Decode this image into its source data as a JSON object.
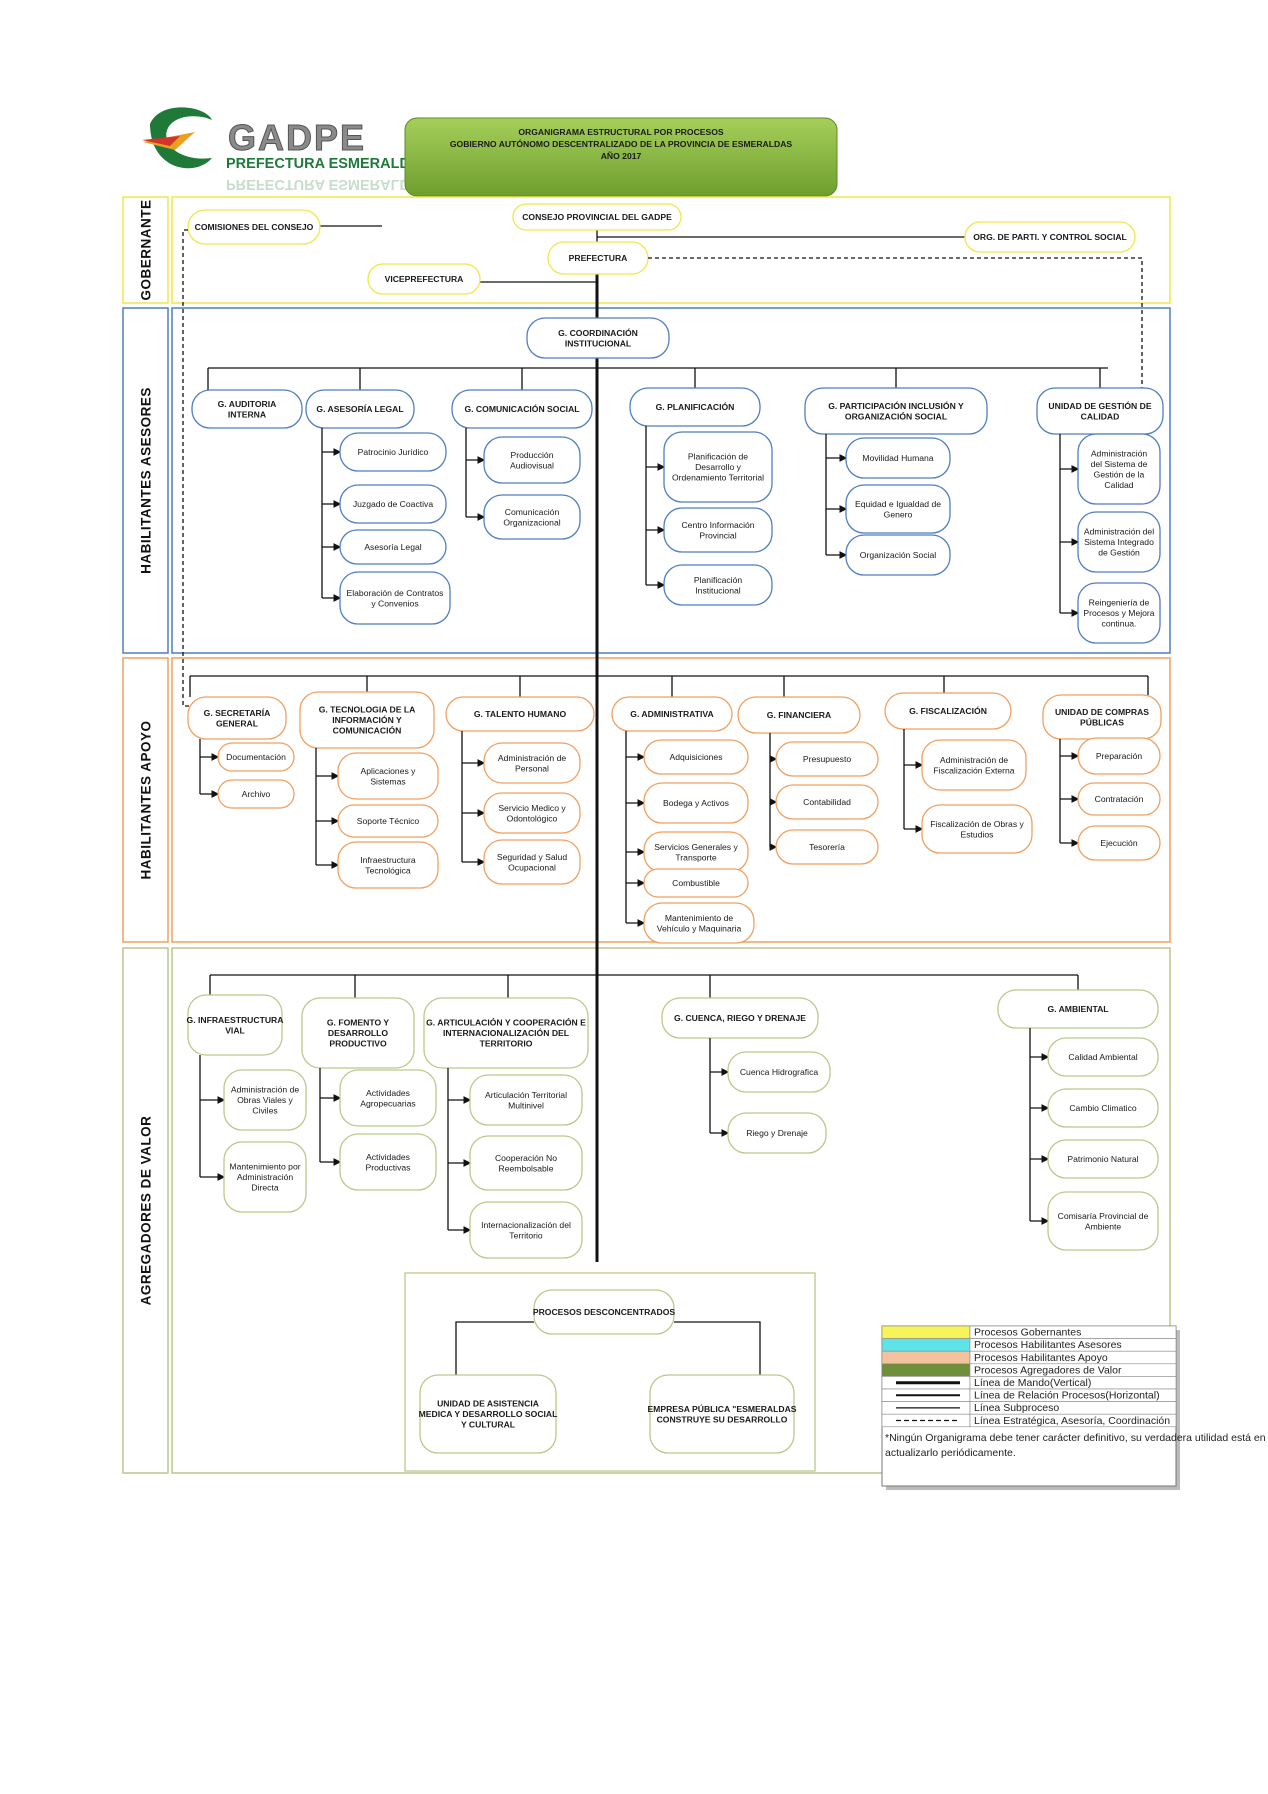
{
  "header": {
    "logo_name": "GADPE",
    "logo_sub": "PREFECTURA ESMERALDAS",
    "title_lines": [
      "ORGANIGRAMA ESTRUCTURAL POR PROCESOS",
      "GOBIERNO AUTÓNOMO DESCENTRALIZADO DE LA PROVINCIA DE ESMERALDAS",
      "AÑO 2017"
    ]
  },
  "colors": {
    "gobernante": "#f0e64a",
    "asesores": "#4f7ec0",
    "apoyo": "#f0a060",
    "valor": "#b9c98a",
    "header_green": "#7fb23c",
    "coord_fill": "#5b8fd0",
    "logo_green": "#1f7a3a",
    "logo_gray": "#8a8a8a"
  },
  "sections": [
    {
      "id": "gobernante",
      "label": "GOBERNANTE"
    },
    {
      "id": "asesores",
      "label": "HABILITANTES  ASESORES"
    },
    {
      "id": "apoyo",
      "label": "HABILITANTES  APOYO"
    },
    {
      "id": "valor",
      "label": "AGREGADORES DE VALOR"
    }
  ],
  "gobernante": {
    "consejo": "CONSEJO PROVINCIAL DEL GADPE",
    "comisiones": "COMISIONES DEL CONSEJO",
    "org_parti": "ORG. DE PARTI. Y CONTROL SOCIAL",
    "prefectura": "PREFECTURA",
    "viceprefectura": "VICEPREFECTURA"
  },
  "coordinacion": [
    "G. COORDINACIÓN",
    "INSTITUCIONAL"
  ],
  "asesores": [
    {
      "title": [
        "G. AUDITORIA",
        "INTERNA"
      ],
      "children": []
    },
    {
      "title": [
        "G. ASESORÍA LEGAL"
      ],
      "children": [
        [
          "Patrocinio Jurídico"
        ],
        [
          "Juzgado de Coactiva"
        ],
        [
          "Asesoría Legal"
        ],
        [
          "Elaboración de Contratos",
          "y Convenios"
        ]
      ]
    },
    {
      "title": [
        "G. COMUNICACIÓN SOCIAL"
      ],
      "children": [
        [
          "Producción",
          "Audiovisual"
        ],
        [
          "Comunicación",
          "Organizacional"
        ]
      ]
    },
    {
      "title": [
        "G. PLANIFICACIÓN"
      ],
      "children": [
        [
          "Planificación de",
          "Desarrollo y",
          "Ordenamiento Territorial"
        ],
        [
          "Centro Información",
          "Provincial"
        ],
        [
          "Planificación",
          "Institucional"
        ]
      ]
    },
    {
      "title": [
        "G. PARTICIPACIÓN INCLUSIÓN Y",
        "ORGANIZACIÓN SOCIAL"
      ],
      "children": [
        [
          "Movilidad Humana"
        ],
        [
          "Equidad e Igualdad de",
          "Genero"
        ],
        [
          "Organización Social"
        ]
      ]
    },
    {
      "title": [
        "UNIDAD DE GESTIÓN DE",
        "CALIDAD"
      ],
      "children": [
        [
          "Administración",
          "del Sistema de",
          "Gestión de la",
          "Calidad"
        ],
        [
          "Administración del",
          "Sistema Integrado",
          "de Gestión"
        ],
        [
          "Reingeniería de",
          "Procesos y Mejora",
          "continua."
        ]
      ]
    }
  ],
  "apoyo": [
    {
      "title": [
        "G. SECRETARÍA",
        "GENERAL"
      ],
      "children": [
        [
          "Documentación"
        ],
        [
          "Archivo"
        ]
      ]
    },
    {
      "title": [
        "G. TECNOLOGIA DE LA",
        "INFORMACIÓN Y",
        "COMUNICACIÓN"
      ],
      "children": [
        [
          "Aplicaciones y",
          "Sistemas"
        ],
        [
          "Soporte Técnico"
        ],
        [
          "Infraestructura",
          "Tecnológica"
        ]
      ]
    },
    {
      "title": [
        "G. TALENTO HUMANO"
      ],
      "children": [
        [
          "Administración de",
          "Personal"
        ],
        [
          "Servicio Medico y",
          "Odontológico"
        ],
        [
          "Seguridad  y Salud",
          "Ocupacional"
        ]
      ]
    },
    {
      "title": [
        "G. ADMINISTRATIVA"
      ],
      "children": [
        [
          "Adquisiciones"
        ],
        [
          "Bodega y Activos"
        ],
        [
          "Servicios Generales y",
          "Transporte"
        ],
        [
          "Combustible"
        ],
        [
          "Mantenimiento de",
          "Vehículo y Maquinaria"
        ]
      ]
    },
    {
      "title": [
        "G. FINANCIERA"
      ],
      "children": [
        [
          "Presupuesto"
        ],
        [
          "Contabilidad"
        ],
        [
          "Tesorería"
        ]
      ]
    },
    {
      "title": [
        "G. FISCALIZACIÓN"
      ],
      "children": [
        [
          "Administración de",
          "Fiscalización Externa"
        ],
        [
          "Fiscalización de Obras y",
          "Estudios"
        ]
      ]
    },
    {
      "title": [
        "UNIDAD DE COMPRAS",
        "PÚBLICAS"
      ],
      "children": [
        [
          "Preparación"
        ],
        [
          "Contratación"
        ],
        [
          "Ejecución"
        ]
      ]
    }
  ],
  "valor": [
    {
      "title": [
        "G. INFRAESTRUCTURA",
        "VIAL"
      ],
      "children": [
        [
          "Administración de",
          "Obras  Viales y",
          "Civiles"
        ],
        [
          "Mantenimiento por",
          "Administración",
          "Directa"
        ]
      ]
    },
    {
      "title": [
        "G. FOMENTO Y",
        "DESARROLLO",
        "PRODUCTIVO"
      ],
      "children": [
        [
          "Actividades",
          "Agropecuarias"
        ],
        [
          "Actividades",
          "Productivas"
        ]
      ]
    },
    {
      "title": [
        "G.  ARTICULACIÓN Y COOPERACIÓN E",
        "INTERNACIONALIZACIÓN DEL",
        "TERRITORIO"
      ],
      "children": [
        [
          "Articulación Territorial",
          "Multinivel"
        ],
        [
          "Cooperación No",
          "Reembolsable"
        ],
        [
          "Internacionalización del",
          "Territorio"
        ]
      ]
    },
    {
      "title": [
        "G. CUENCA, RIEGO Y DRENAJE"
      ],
      "children": [
        [
          "Cuenca Hidrografica"
        ],
        [
          "Riego y Drenaje"
        ]
      ]
    },
    {
      "title": [
        "G. AMBIENTAL"
      ],
      "children": [
        [
          "Calidad Ambiental"
        ],
        [
          "Cambio Climatico"
        ],
        [
          "Patrimonio Natural"
        ],
        [
          "Comisaría   Provincial de",
          "Ambiente"
        ]
      ]
    }
  ],
  "desconcentrados": {
    "title": "PROCESOS DESCONCENTRADOS",
    "children": [
      [
        "UNIDAD DE ASISTENCIA",
        "MEDICA Y DESARROLLO SOCIAL",
        "Y CULTURAL"
      ],
      [
        "EMPRESA PÚBLICA \"ESMERALDAS",
        "CONSTRUYE SU DESARROLLO"
      ]
    ]
  },
  "legend": {
    "items": [
      {
        "label": "Procesos Gobernantes",
        "color": "#f7f35a"
      },
      {
        "label": "Procesos Habilitantes Asesores",
        "color": "#5fe3e8"
      },
      {
        "label": "Procesos Habilitantes Apoyo",
        "color": "#f3c3a0"
      },
      {
        "label": "Procesos Agregadores de Valor",
        "color": "#6f8f3a"
      },
      {
        "label": "Línea de Mando(Vertical)",
        "line": "thick"
      },
      {
        "label": "Línea de Relación Procesos(Horizontal)",
        "line": "medium"
      },
      {
        "label": "Línea Subproceso",
        "line": "thin"
      },
      {
        "label": "Línea Estratégica, Asesoría, Coordinación",
        "line": "dashed"
      }
    ],
    "note": [
      "*Ningún Organigrama debe tener carácter definitivo, su verdadera utilidad está en revisarlo y",
      "actualizarlo periódicamente."
    ]
  }
}
